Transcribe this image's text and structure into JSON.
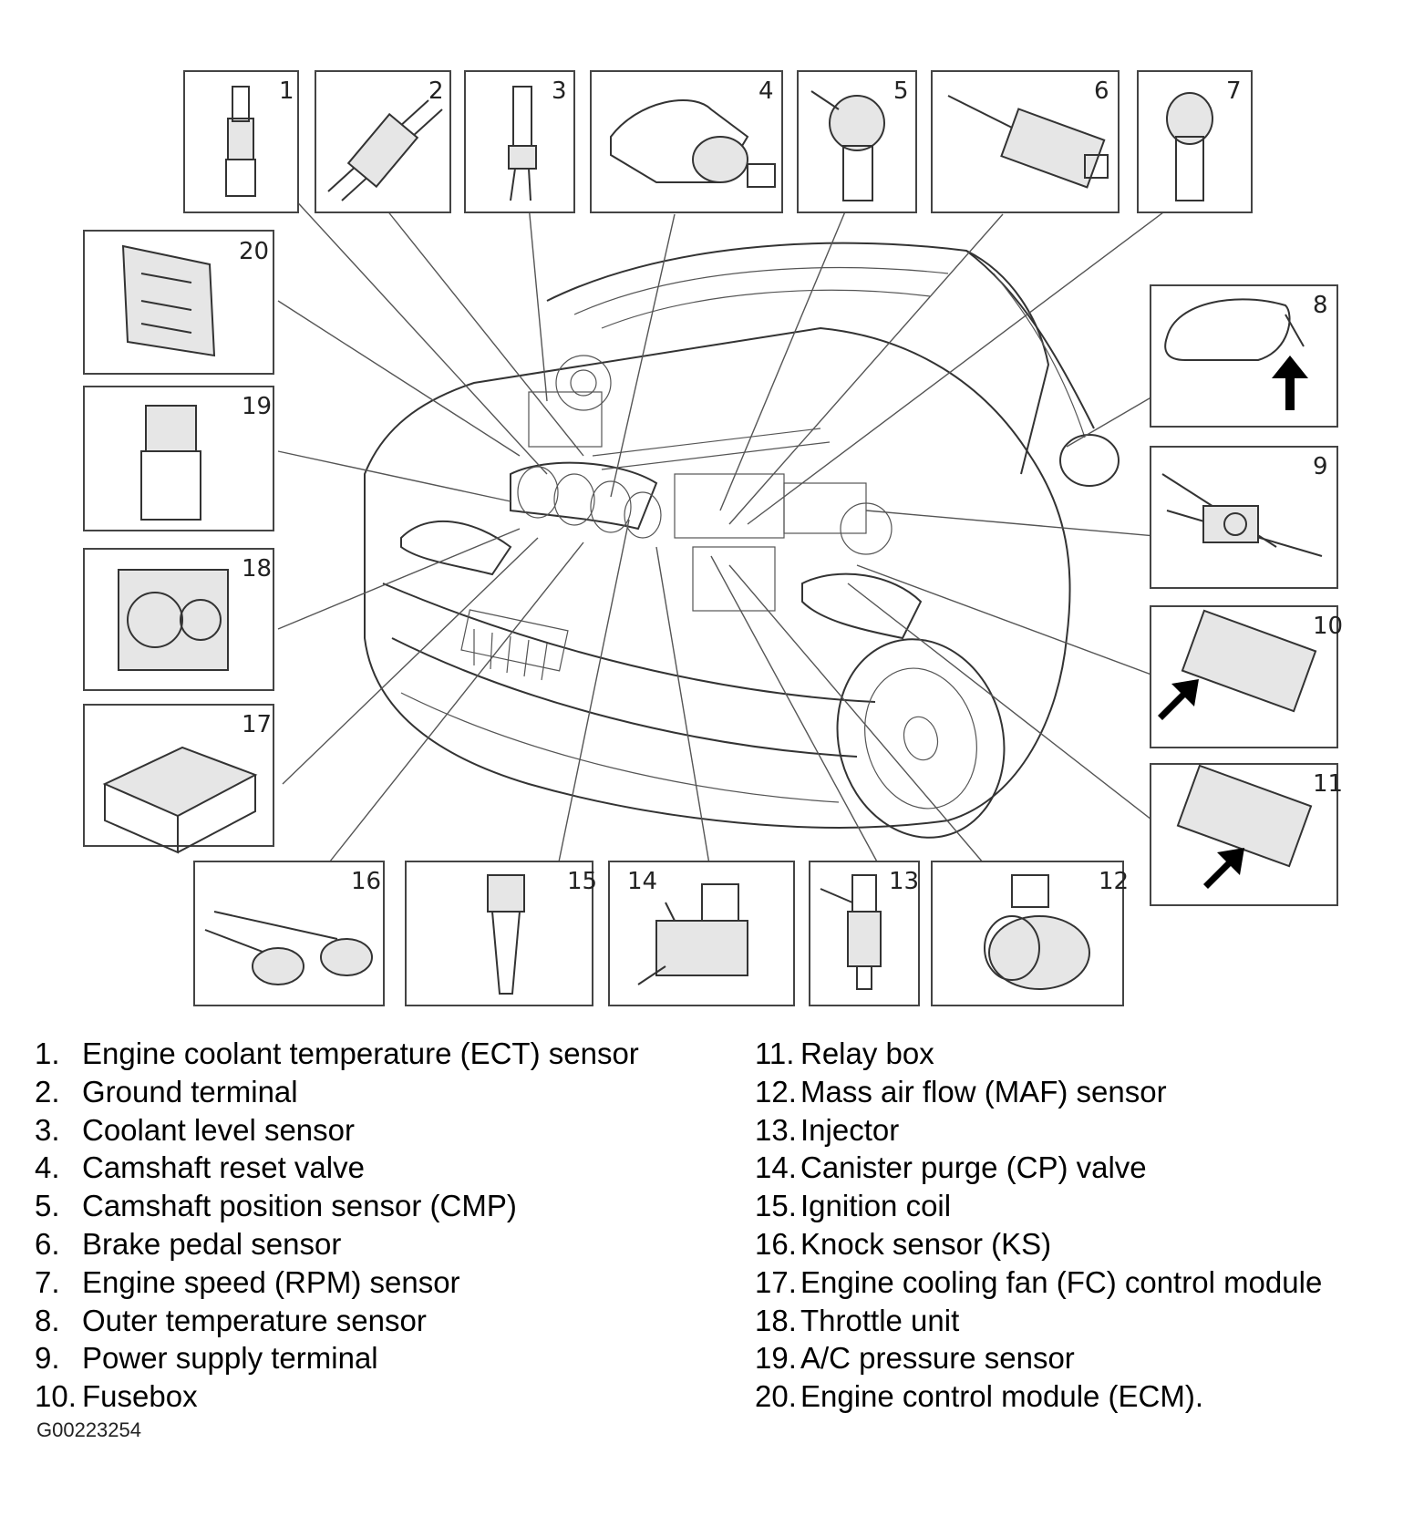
{
  "callout_numbers": [
    "1",
    "2",
    "3",
    "4",
    "5",
    "6",
    "7",
    "8",
    "9",
    "10",
    "11",
    "12",
    "13",
    "14",
    "15",
    "16",
    "17",
    "18",
    "19",
    "20"
  ],
  "legend": {
    "left": [
      {
        "num": "1.",
        "label": "Engine coolant temperature (ECT) sensor"
      },
      {
        "num": "2.",
        "label": "Ground terminal"
      },
      {
        "num": "3.",
        "label": "Coolant level sensor"
      },
      {
        "num": "4.",
        "label": "Camshaft reset valve"
      },
      {
        "num": "5.",
        "label": "Camshaft position sensor (CMP)"
      },
      {
        "num": "6.",
        "label": "Brake pedal sensor"
      },
      {
        "num": "7.",
        "label": "Engine speed (RPM) sensor"
      },
      {
        "num": "8.",
        "label": "Outer temperature sensor"
      },
      {
        "num": "9.",
        "label": "Power supply terminal"
      },
      {
        "num": "10.",
        "label": "Fusebox"
      }
    ],
    "right": [
      {
        "num": "11.",
        "label": "Relay box"
      },
      {
        "num": "12.",
        "label": "Mass air flow (MAF) sensor"
      },
      {
        "num": "13.",
        "label": "Injector"
      },
      {
        "num": "14.",
        "label": "Canister purge (CP) valve"
      },
      {
        "num": "15.",
        "label": "Ignition coil"
      },
      {
        "num": "16.",
        "label": "Knock sensor (KS)"
      },
      {
        "num": "17.",
        "label": "Engine cooling fan (FC) control module"
      },
      {
        "num": "18.",
        "label": "Throttle unit"
      },
      {
        "num": "19.",
        "label": "A/C pressure sensor"
      },
      {
        "num": "20.",
        "label": "Engine control module (ECM)."
      }
    ]
  },
  "doc_id": "G00223254"
}
